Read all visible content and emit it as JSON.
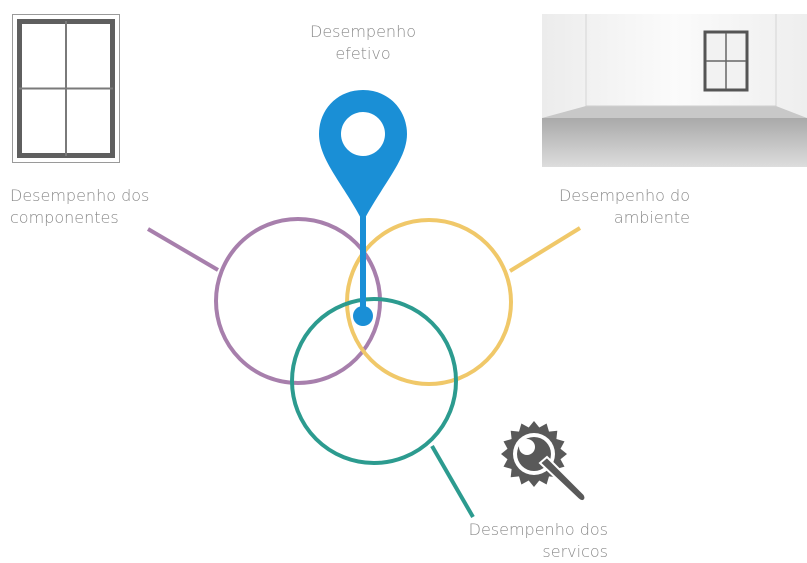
{
  "labels": {
    "effective": {
      "line1": "Desempenho",
      "line2": "efetivo"
    },
    "components": {
      "line1": "Desempenho dos",
      "line2": "componentes"
    },
    "environment": {
      "line1": "Desempenho do",
      "line2": "ambiente"
    },
    "services": {
      "line1": "Desempenho dos",
      "line2": "servicos"
    }
  },
  "colors": {
    "components": "#a77fac",
    "environment": "#f0c869",
    "services": "#2c9b8f",
    "effective": "#1a8fd6",
    "label_text": "#8a8a8a",
    "icon_gray": "#595959"
  },
  "icons": [
    "window-icon",
    "room-icon",
    "location-pin-icon",
    "gear-wrench-icon"
  ]
}
